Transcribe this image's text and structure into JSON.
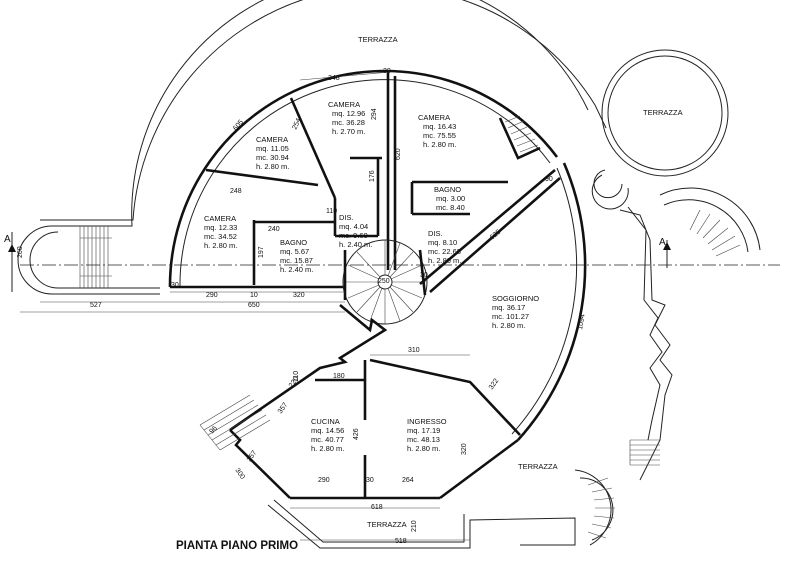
{
  "title": "PIANTA PIANO PRIMO",
  "section_marker": "A",
  "rooms": [
    {
      "name": "CAMERA",
      "mq": "mq. 12.96",
      "mc": "mc. 36.28",
      "h": "h. 2.70 m."
    },
    {
      "name": "CAMERA",
      "mq": "mq. 11.05",
      "mc": "mc. 30.94",
      "h": "h. 2.80 m."
    },
    {
      "name": "CAMERA",
      "mq": "mq. 16.43",
      "mc": "mc. 75.55",
      "h": "h. 2.80 m."
    },
    {
      "name": "CAMERA",
      "mq": "mq. 12.33",
      "mc": "mc. 34.52",
      "h": "h. 2.80 m."
    },
    {
      "name": "BAGNO",
      "mq": "mq. 3.00",
      "mc": "mc. 8.40",
      "h": ""
    },
    {
      "name": "DIS.",
      "mq": "mq. 4.04",
      "mc": "mc. 9.69",
      "h": "h. 2.40 m."
    },
    {
      "name": "BAGNO",
      "mq": "mq. 5.67",
      "mc": "mc. 15.87",
      "h": "h. 2.40 m."
    },
    {
      "name": "DIS.",
      "mq": "mq. 8.10",
      "mc": "mc. 22.68",
      "h": "h. 2.80 m."
    },
    {
      "name": "SOGGIORNO",
      "mq": "mq. 36.17",
      "mc": "mc. 101.27",
      "h": "h. 2.80 m."
    },
    {
      "name": "CUCINA",
      "mq": "mq. 14.56",
      "mc": "mc. 40.77",
      "h": "h. 2.80 m."
    },
    {
      "name": "INGRESSO",
      "mq": "mq. 17.19",
      "mc": "mc. 48.13",
      "h": "h. 2.80 m."
    }
  ],
  "terraces": [
    "TERRAZZA",
    "TERRAZZA",
    "TERRAZZA",
    "TERRAZZA"
  ],
  "dimensions": [
    "348",
    "30",
    "605",
    "294",
    "254",
    "620",
    "176",
    "248",
    "110",
    "240",
    "197",
    "30",
    "250",
    "30",
    "625",
    "90",
    "260",
    "290",
    "10",
    "320",
    "650",
    "527",
    "1094",
    "310",
    "322",
    "180",
    "110",
    "220",
    "357",
    "426",
    "257",
    "300",
    "96",
    "320",
    "290",
    "30",
    "264",
    "618",
    "210",
    "518"
  ]
}
